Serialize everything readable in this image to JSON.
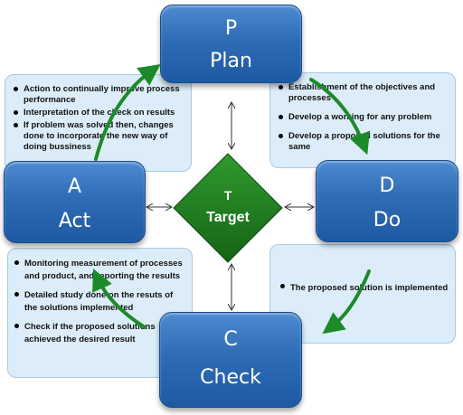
{
  "center": {
    "letter": "T",
    "word": "Target"
  },
  "boxes": {
    "plan": {
      "letter": "P",
      "word": "Plan"
    },
    "do": {
      "letter": "D",
      "word": "Do"
    },
    "check": {
      "letter": "C",
      "word": "Check"
    },
    "act": {
      "letter": "A",
      "word": "Act"
    }
  },
  "notes": {
    "act": [
      "Action to continually improve process performance",
      "Interpretation of the check on results",
      "If problem was solved then, changes done to incorporate the new way of doing bussiness"
    ],
    "plan": [
      "Establishment of the objectives and processes",
      "Develop a working for any problem",
      "Develop a proposed solutions for the same"
    ],
    "do": [
      "The proposed solution is implemented"
    ],
    "check": [
      "Monitoring measurement of processes and product, and reporting the results",
      "Detailed study done on the resuts of the solutions implemented",
      "Check  if the proposed solutions achieved the desired result"
    ]
  },
  "colors": {
    "box_blue": "#2f6cb6",
    "diamond_green": "#1f7a1f",
    "arrow_green": "#1d8a2a",
    "note_fill": "#dcedf9"
  }
}
